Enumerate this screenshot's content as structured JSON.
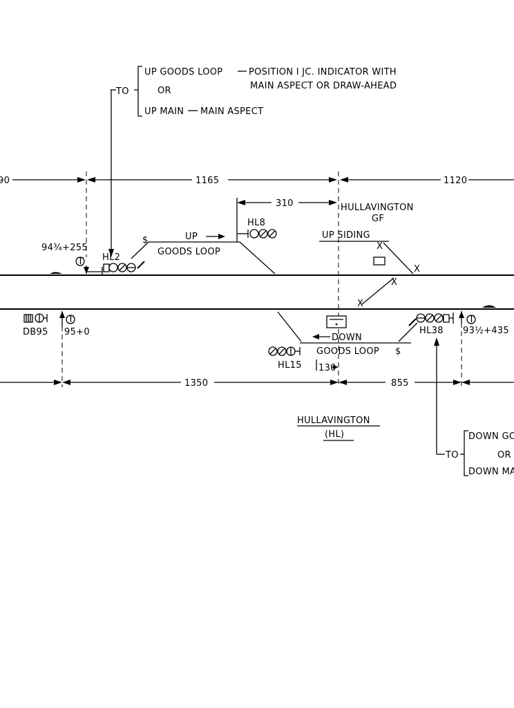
{
  "route_note_top": {
    "to": "TO",
    "line1": "UP GOODS LOOP",
    "line1_detail_a": "POSITION I JC. INDICATOR WITH",
    "line1_detail_b": "MAIN ASPECT OR DRAW-AHEAD",
    "or": "OR",
    "line2": "UP MAIN",
    "line2_detail": "MAIN ASPECT"
  },
  "route_note_bottom": {
    "to": "TO",
    "line1": "DOWN GO",
    "or": "OR",
    "line2": "DOWN MA"
  },
  "distances": {
    "left_partial": "90",
    "d1165": "1165",
    "d1120": "1120",
    "d310": "310",
    "d1350": "1350",
    "d855": "855",
    "d130": "130"
  },
  "labels": {
    "hullavington_gf": "HULLAVINGTON",
    "gf": "GF",
    "up_siding": "UP SIDING",
    "up": "UP",
    "up_goods_loop": "GOODS LOOP",
    "down": "DOWN",
    "down_goods_loop": "GOODS LOOP",
    "station_name": "HULLAVINGTON",
    "station_code": "(HL)"
  },
  "signals": {
    "hl2": "HL2",
    "hl8": "HL8",
    "hl15": "HL15",
    "hl38": "HL38",
    "db95": "DB95"
  },
  "mileages": {
    "up_end": "94¾+255",
    "db95_pos": "95+0",
    "down_end": "93½+435"
  },
  "marks": {
    "telephone": "T",
    "cross": "X",
    "catch_point": "$"
  }
}
